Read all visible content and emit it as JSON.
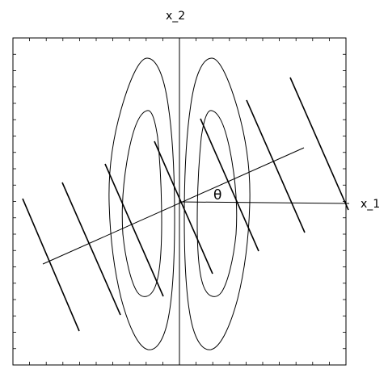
{
  "labels": {
    "x2_axis": "x_2",
    "x1_axis": "x_1",
    "angle": "θ"
  },
  "colors": {
    "stroke": "#000000",
    "background": "#ffffff"
  }
}
